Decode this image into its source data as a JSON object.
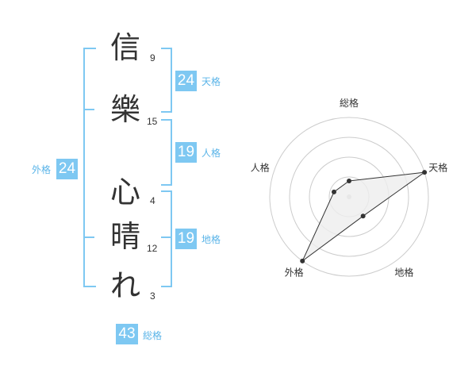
{
  "name": {
    "characters": [
      {
        "char": "信",
        "strokes": "9"
      },
      {
        "char": "樂",
        "strokes": "15"
      },
      {
        "char": "心",
        "strokes": "4"
      },
      {
        "char": "晴",
        "strokes": "12"
      },
      {
        "char": "れ",
        "strokes": "3"
      }
    ]
  },
  "fortune": {
    "tenkaku": {
      "label": "天格",
      "value": "24"
    },
    "jinkaku": {
      "label": "人格",
      "value": "19"
    },
    "chikaku": {
      "label": "地格",
      "value": "19"
    },
    "gaikaku": {
      "label": "外格",
      "value": "24"
    },
    "soukaku": {
      "label": "総格",
      "value": "43"
    }
  },
  "chart_data": {
    "type": "radar",
    "axes": [
      "総格",
      "天格",
      "地格",
      "外格",
      "人格"
    ],
    "values": [
      1,
      5,
      1.5,
      5,
      1
    ],
    "rmax": 5,
    "ring_count": 4,
    "colors": {
      "line": "#333333",
      "fill": "#eeeeee",
      "ring": "#cccccc",
      "point": "#333333"
    }
  },
  "colors": {
    "accent": "#7ec8f2",
    "label": "#5ab4e8",
    "text": "#333333"
  }
}
